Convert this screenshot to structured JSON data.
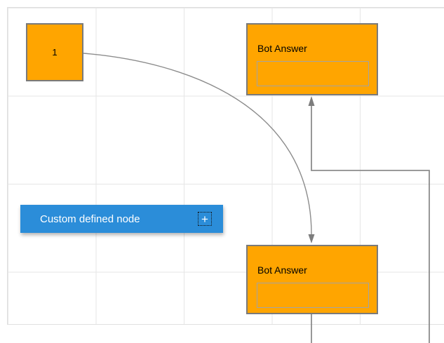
{
  "canvas": {
    "grid_visible": true
  },
  "colors": {
    "node_fill_orange": "#ffa500",
    "node_border_gray": "#7a7a7a",
    "node_fill_blue": "#2b8dd9",
    "connector_gray": "#8c8c8c",
    "grid_line": "#e6e6e6"
  },
  "nodes": {
    "square": {
      "label": "1"
    },
    "bot_top": {
      "title": "Bot Answer",
      "input_value": ""
    },
    "bot_bottom": {
      "title": "Bot Answer",
      "input_value": ""
    },
    "custom": {
      "label": "Custom defined node",
      "add_symbol": "+"
    }
  }
}
